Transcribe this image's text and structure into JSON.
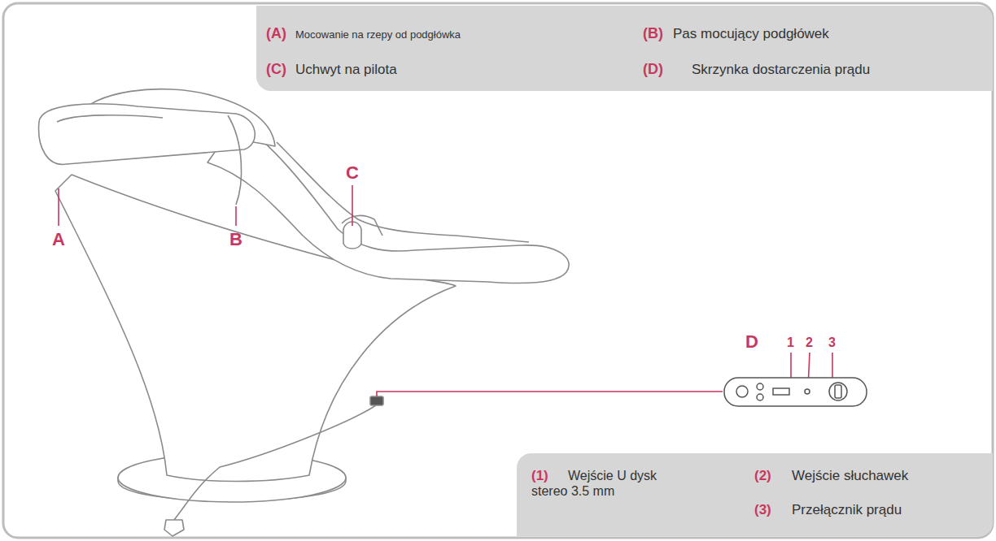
{
  "diagram": {
    "nodes": [
      {
        "text": [
          "(A)",
          "Mocowanie na rzepy od podgłówka",
          "(B)",
          "Pas mocujący podgłówek",
          "(C)",
          "Uchwyt na pilota",
          "(D)",
          "Skrzynka dostarczenia prądu"
        ]
      },
      {
        "text": [
          "(1)",
          "Wejście U dysk stereo 3.5 mm",
          "(2)",
          "Wejście słuchawek",
          "(3)",
          "Przełącznik prądu"
        ]
      }
    ],
    "labels": [
      "A",
      "B",
      "C",
      "D",
      "1",
      "2",
      "3"
    ]
  }
}
